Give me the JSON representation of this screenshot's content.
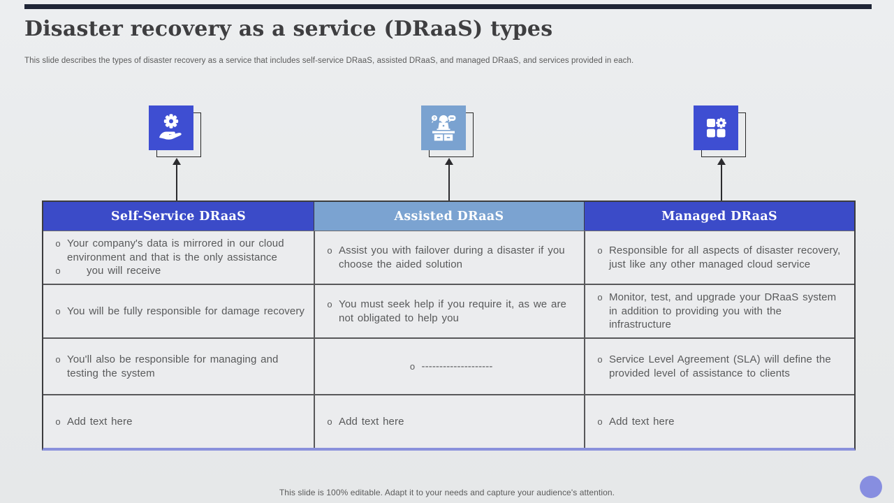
{
  "slide": {
    "title": "Disaster recovery as a service (DRaaS) types",
    "subtitle": "This slide describes the types of disaster recovery as a service that includes self-service DRaaS, assisted DRaaS, and managed DRaaS, and services provided in each.",
    "footer": "This slide is 100% editable. Adapt it to your needs and capture your audience's attention.",
    "bullet_marker": "o"
  },
  "colors": {
    "royal_blue": "#3b4bc8",
    "icon_blue": "#3e4ed2",
    "steel_blue": "#7ba3d1",
    "top_bar": "#1f2536",
    "body_text": "#58595a",
    "title_text": "#3e3e40",
    "table_border": "#58585a",
    "bottom_accent": "#8a91dc",
    "corner_circle": "#878ee0"
  },
  "icons": {
    "self_service": "hand-gear-icon",
    "assisted": "support-desk-icon",
    "managed": "apps-gear-icon"
  },
  "table": {
    "headers": [
      "Self-Service DRaaS",
      "Assisted DRaaS",
      "Managed DRaaS"
    ],
    "columns": [
      {
        "rows": [
          [
            "Your company's data is mirrored in our cloud environment and that is the only assistance",
            "you will receive"
          ],
          [
            "You will be fully  responsible for damage recovery"
          ],
          [
            "You'll also be responsible for managing and testing the system"
          ],
          [
            "Add text here"
          ]
        ]
      },
      {
        "rows": [
          [
            "Assist you with failover during a disaster if you choose the aided solution"
          ],
          [
            "You must seek help if you require it, as we are not obligated to help you"
          ],
          [
            "--------------------"
          ],
          [
            "Add text here"
          ]
        ]
      },
      {
        "rows": [
          [
            "Responsible for all aspects of disaster recovery, just like any other managed cloud service"
          ],
          [
            "Monitor, test, and upgrade your DRaaS system in addition to providing you with the infrastructure"
          ],
          [
            "Service Level Agreement (SLA) will define the provided level of assistance to clients"
          ],
          [
            "Add text here"
          ]
        ]
      }
    ]
  }
}
